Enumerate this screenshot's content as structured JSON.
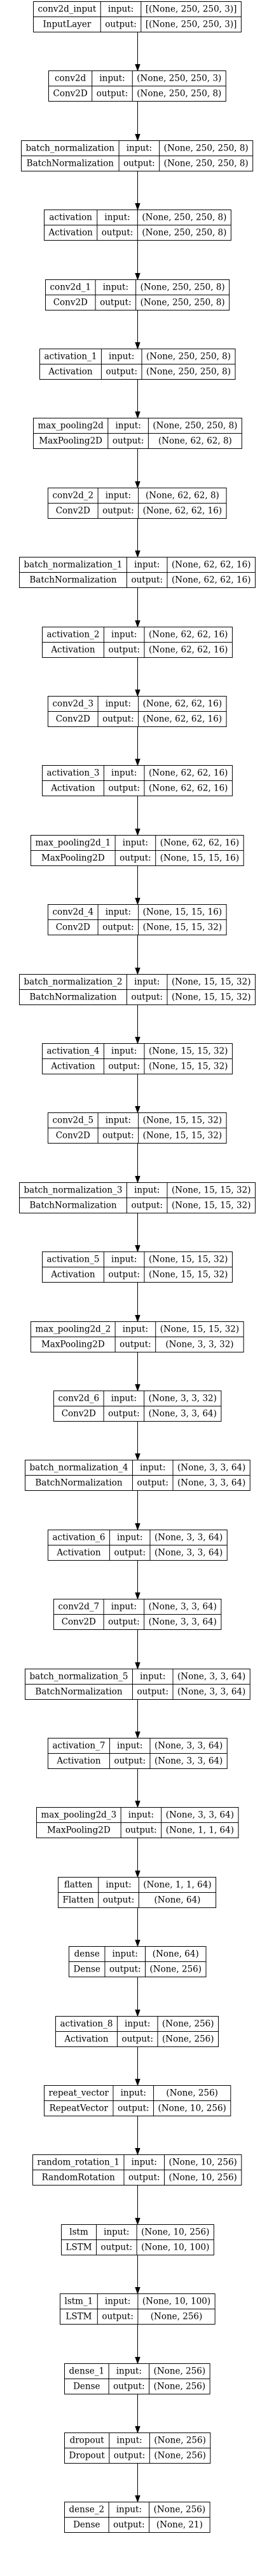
{
  "model_plot": {
    "io_labels": {
      "input": "input:",
      "output": "output:"
    },
    "layers": [
      {
        "name": "conv2d_input",
        "type": "InputLayer",
        "input": "[(None, 250, 250, 3)]",
        "output": "[(None, 250, 250, 3)]"
      },
      {
        "name": "conv2d",
        "type": "Conv2D",
        "input": "(None, 250, 250, 3)",
        "output": "(None, 250, 250, 8)"
      },
      {
        "name": "batch_normalization",
        "type": "BatchNormalization",
        "input": "(None, 250, 250, 8)",
        "output": "(None, 250, 250, 8)"
      },
      {
        "name": "activation",
        "type": "Activation",
        "input": "(None, 250, 250, 8)",
        "output": "(None, 250, 250, 8)"
      },
      {
        "name": "conv2d_1",
        "type": "Conv2D",
        "input": "(None, 250, 250, 8)",
        "output": "(None, 250, 250, 8)"
      },
      {
        "name": "activation_1",
        "type": "Activation",
        "input": "(None, 250, 250, 8)",
        "output": "(None, 250, 250, 8)"
      },
      {
        "name": "max_pooling2d",
        "type": "MaxPooling2D",
        "input": "(None, 250, 250, 8)",
        "output": "(None, 62, 62, 8)"
      },
      {
        "name": "conv2d_2",
        "type": "Conv2D",
        "input": "(None, 62, 62, 8)",
        "output": "(None, 62, 62, 16)"
      },
      {
        "name": "batch_normalization_1",
        "type": "BatchNormalization",
        "input": "(None, 62, 62, 16)",
        "output": "(None, 62, 62, 16)"
      },
      {
        "name": "activation_2",
        "type": "Activation",
        "input": "(None, 62, 62, 16)",
        "output": "(None, 62, 62, 16)"
      },
      {
        "name": "conv2d_3",
        "type": "Conv2D",
        "input": "(None, 62, 62, 16)",
        "output": "(None, 62, 62, 16)"
      },
      {
        "name": "activation_3",
        "type": "Activation",
        "input": "(None, 62, 62, 16)",
        "output": "(None, 62, 62, 16)"
      },
      {
        "name": "max_pooling2d_1",
        "type": "MaxPooling2D",
        "input": "(None, 62, 62, 16)",
        "output": "(None, 15, 15, 16)"
      },
      {
        "name": "conv2d_4",
        "type": "Conv2D",
        "input": "(None, 15, 15, 16)",
        "output": "(None, 15, 15, 32)"
      },
      {
        "name": "batch_normalization_2",
        "type": "BatchNormalization",
        "input": "(None, 15, 15, 32)",
        "output": "(None, 15, 15, 32)"
      },
      {
        "name": "activation_4",
        "type": "Activation",
        "input": "(None, 15, 15, 32)",
        "output": "(None, 15, 15, 32)"
      },
      {
        "name": "conv2d_5",
        "type": "Conv2D",
        "input": "(None, 15, 15, 32)",
        "output": "(None, 15, 15, 32)"
      },
      {
        "name": "batch_normalization_3",
        "type": "BatchNormalization",
        "input": "(None, 15, 15, 32)",
        "output": "(None, 15, 15, 32)"
      },
      {
        "name": "activation_5",
        "type": "Activation",
        "input": "(None, 15, 15, 32)",
        "output": "(None, 15, 15, 32)"
      },
      {
        "name": "max_pooling2d_2",
        "type": "MaxPooling2D",
        "input": "(None, 15, 15, 32)",
        "output": "(None, 3, 3, 32)"
      },
      {
        "name": "conv2d_6",
        "type": "Conv2D",
        "input": "(None, 3, 3, 32)",
        "output": "(None, 3, 3, 64)"
      },
      {
        "name": "batch_normalization_4",
        "type": "BatchNormalization",
        "input": "(None, 3, 3, 64)",
        "output": "(None, 3, 3, 64)"
      },
      {
        "name": "activation_6",
        "type": "Activation",
        "input": "(None, 3, 3, 64)",
        "output": "(None, 3, 3, 64)"
      },
      {
        "name": "conv2d_7",
        "type": "Conv2D",
        "input": "(None, 3, 3, 64)",
        "output": "(None, 3, 3, 64)"
      },
      {
        "name": "batch_normalization_5",
        "type": "BatchNormalization",
        "input": "(None, 3, 3, 64)",
        "output": "(None, 3, 3, 64)"
      },
      {
        "name": "activation_7",
        "type": "Activation",
        "input": "(None, 3, 3, 64)",
        "output": "(None, 3, 3, 64)"
      },
      {
        "name": "max_pooling2d_3",
        "type": "MaxPooling2D",
        "input": "(None, 3, 3, 64)",
        "output": "(None, 1, 1, 64)"
      },
      {
        "name": "flatten",
        "type": "Flatten",
        "input": "(None, 1, 1, 64)",
        "output": "(None, 64)"
      },
      {
        "name": "dense",
        "type": "Dense",
        "input": "(None, 64)",
        "output": "(None, 256)"
      },
      {
        "name": "activation_8",
        "type": "Activation",
        "input": "(None, 256)",
        "output": "(None, 256)"
      },
      {
        "name": "repeat_vector",
        "type": "RepeatVector",
        "input": "(None, 256)",
        "output": "(None, 10, 256)"
      },
      {
        "name": "random_rotation_1",
        "type": "RandomRotation",
        "input": "(None, 10, 256)",
        "output": "(None, 10, 256)"
      },
      {
        "name": "lstm",
        "type": "LSTM",
        "input": "(None, 10, 256)",
        "output": "(None, 10, 100)"
      },
      {
        "name": "lstm_1",
        "type": "LSTM",
        "input": "(None, 10, 100)",
        "output": "(None, 256)"
      },
      {
        "name": "dense_1",
        "type": "Dense",
        "input": "(None, 256)",
        "output": "(None, 256)"
      },
      {
        "name": "dropout",
        "type": "Dropout",
        "input": "(None, 256)",
        "output": "(None, 256)"
      },
      {
        "name": "dense_2",
        "type": "Dense",
        "input": "(None, 256)",
        "output": "(None, 21)"
      }
    ]
  }
}
